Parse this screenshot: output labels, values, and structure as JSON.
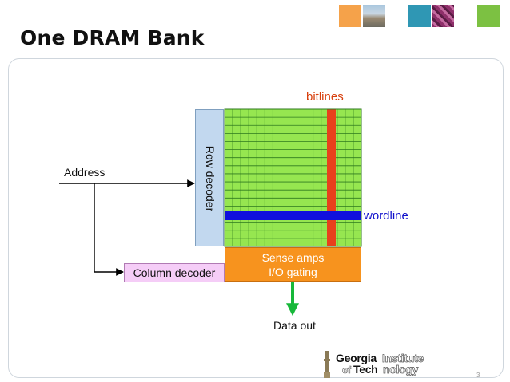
{
  "slide": {
    "title": "One DRAM Bank",
    "page_number": "3"
  },
  "diagram": {
    "address_label": "Address",
    "row_decoder_label": "Row decoder",
    "column_decoder_label": "Column decoder",
    "sense_amps_line1": "Sense amps",
    "sense_amps_line2": "I/O gating",
    "bitlines_label": "bitlines",
    "wordline_label": "wordline",
    "data_out_label": "Data out"
  },
  "logo": {
    "line1_bold": "Georgia",
    "line1_outline": "Institute",
    "line2_small": "of",
    "line2_bold": "Tech",
    "line2_outline": "nology"
  },
  "colors": {
    "array_fill": "#96e650",
    "array_grid": "#2f7a1f",
    "bitline": "#e8401c",
    "wordline": "#1010dd",
    "row_decoder": "#c2d8ef",
    "column_decoder": "#f5cdf7",
    "sense_amps": "#f7931e",
    "data_out_arrow": "#17b83a",
    "bitlines_text": "#d8400e",
    "wordline_text": "#1010cc"
  }
}
